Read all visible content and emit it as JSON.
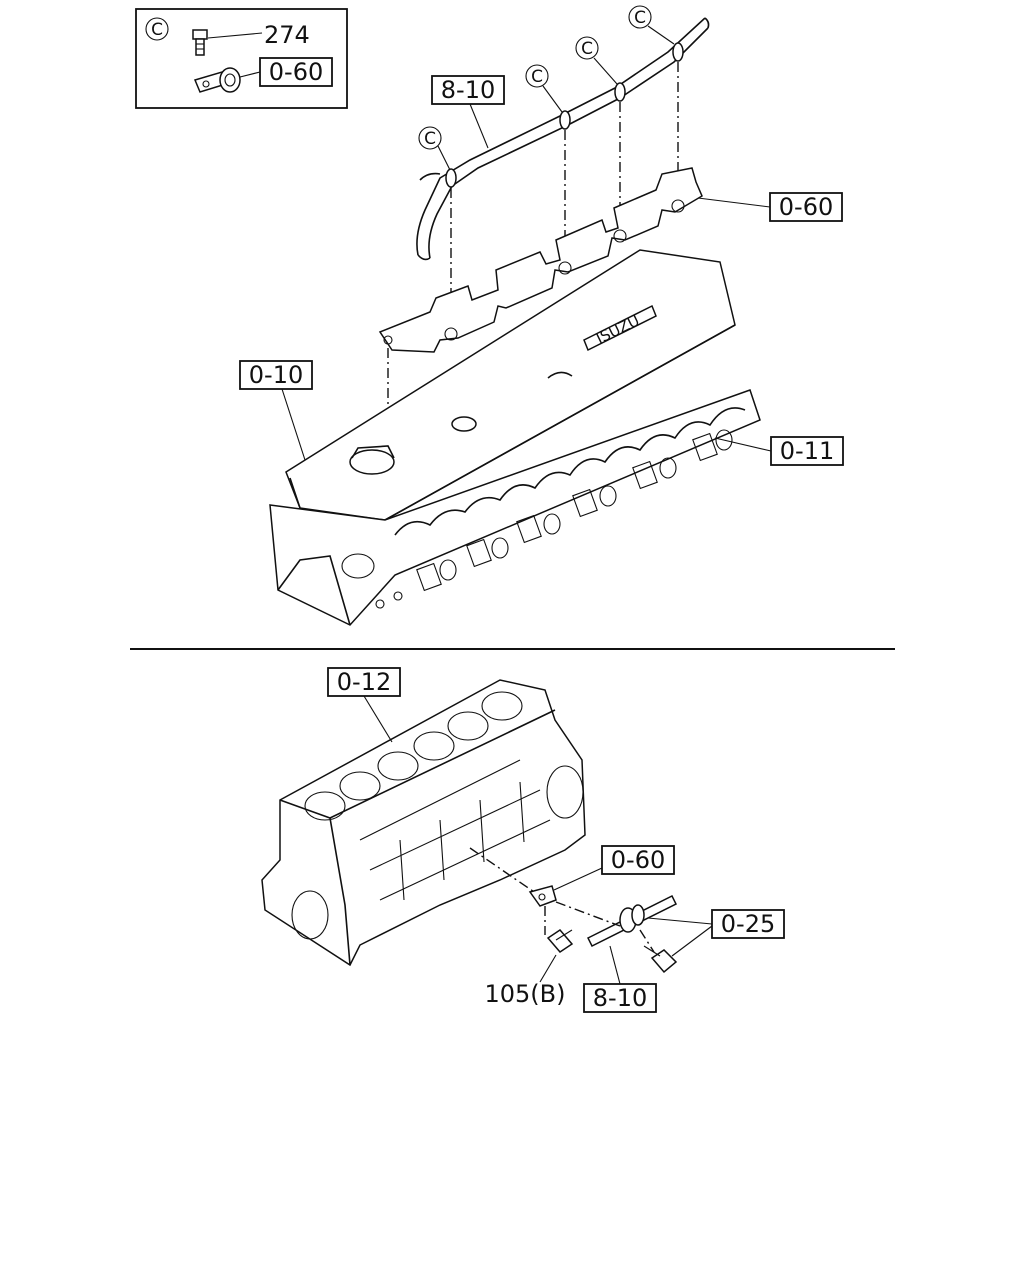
{
  "detail_inset": {
    "marker": "C",
    "bolt_part": "274",
    "clip_part": "0-60"
  },
  "upper_view": {
    "callouts": {
      "harness": "8-10",
      "harness_clip": "0-60",
      "cylinder_head": "0-10",
      "manifold_side": "0-11"
    },
    "clip_marker": "C",
    "head_brand": "ISUZU"
  },
  "lower_view": {
    "callouts": {
      "cylinder_block": "0-12",
      "bracket": "0-60",
      "bolts": "0-25",
      "bolt_b": "105(B)",
      "pipe": "8-10"
    }
  }
}
